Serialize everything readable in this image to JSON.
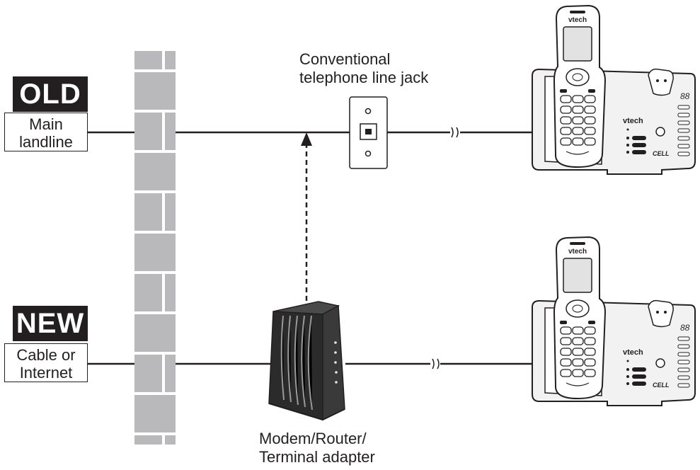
{
  "colors": {
    "ink": "#231f20",
    "wall_fill": "#b9b9bb",
    "mortar": "#ffffff",
    "device_dark": "#2b2b2b",
    "device_light": "#f2f2f2"
  },
  "old_setup": {
    "badge": "OLD",
    "source": {
      "line1": "Main",
      "line2": "landline"
    },
    "jack_label": {
      "line1": "Conventional",
      "line2": "telephone line jack"
    },
    "phone_brand": "vtech",
    "base_display": "88",
    "cell_logo": "CELL"
  },
  "new_setup": {
    "badge": "NEW",
    "source": {
      "line1": "Cable or",
      "line2": "Internet"
    },
    "device_label": {
      "line1": "Modem/Router/",
      "line2": "Terminal adapter"
    },
    "phone_brand": "vtech",
    "base_display": "88",
    "cell_logo": "CELL"
  },
  "icons": [
    "brick-wall-icon",
    "wall-jack-icon",
    "modem-icon",
    "cordless-phone-icon",
    "dashed-arrow-icon",
    "line-break-icon"
  ]
}
